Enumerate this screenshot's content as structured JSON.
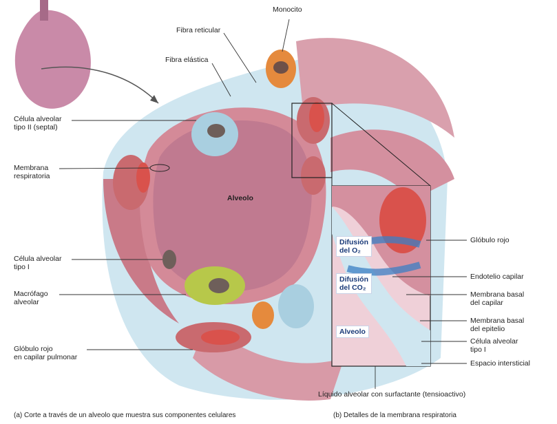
{
  "colors": {
    "interstitial": "#cfe6f0",
    "alveolar_wall": "#d48a98",
    "alveolar_lumen": "#c07a90",
    "capillary": "#c96a6f",
    "red_blood_cell": "#d9524c",
    "macrophage": "#b7c84a",
    "type2_cell": "#a9cfe0",
    "monocyte": "#e58a3d",
    "arrow": "#3b7fc4"
  },
  "labels": {
    "monocito": "Monocito",
    "fibra_reticular": "Fibra reticular",
    "fibra_elastica": "Fibra elástica",
    "celula_tipo2": "Célula alveolar\ntipo II (septal)",
    "membrana_resp": "Membrana\nrespiratoria",
    "alveolo_main": "Alveolo",
    "celula_tipo1": "Célula alveolar\ntipo I",
    "macrofago": "Macrófago\nalveolar",
    "globulo_capilar": "Glóbulo rojo\nen capilar pulmonar",
    "globulo_rojo": "Glóbulo rojo",
    "endotelio": "Endotelio capilar",
    "mb_capilar": "Membrana basal\ndel capilar",
    "mb_epitelio": "Membrana basal\ndel epitelio",
    "celula_tipo1_b": "Célula alveolar\ntipo I",
    "espacio": "Espacio intersticial",
    "liquido": "Líquido alveolar con surfactante (tensioactivo)"
  },
  "boxes": {
    "difusion_o2": "Difusión\ndel O₂",
    "difusion_co2": "Difusión\ndel CO₂",
    "alveolo_detail": "Alveolo"
  },
  "captions": {
    "a": "(a) Corte a través de un alveolo que muestra sus componentes celulares",
    "b": "(b) Detalles de la membrana respiratoria"
  }
}
